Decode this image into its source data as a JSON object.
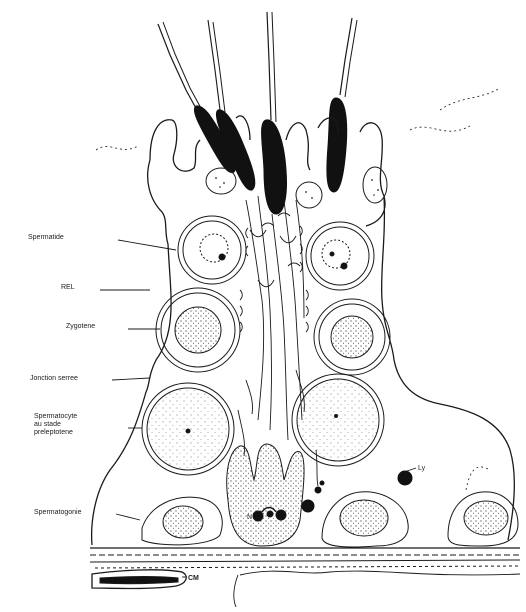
{
  "figure": {
    "labels": {
      "spermatide": "Spermatide",
      "rel": "REL",
      "zygotene": "Zygotene",
      "jonction": "Jonction serree",
      "spermatocyte": "Spermatocyte\nau stade\npreleptotene",
      "spermatogonie": "Spermatogonie"
    },
    "inner_labels": {
      "ly": "Ly",
      "n": "N",
      "cm": "CM"
    },
    "colors": {
      "ink": "#1a1a1a",
      "paper": "#ffffff"
    }
  }
}
